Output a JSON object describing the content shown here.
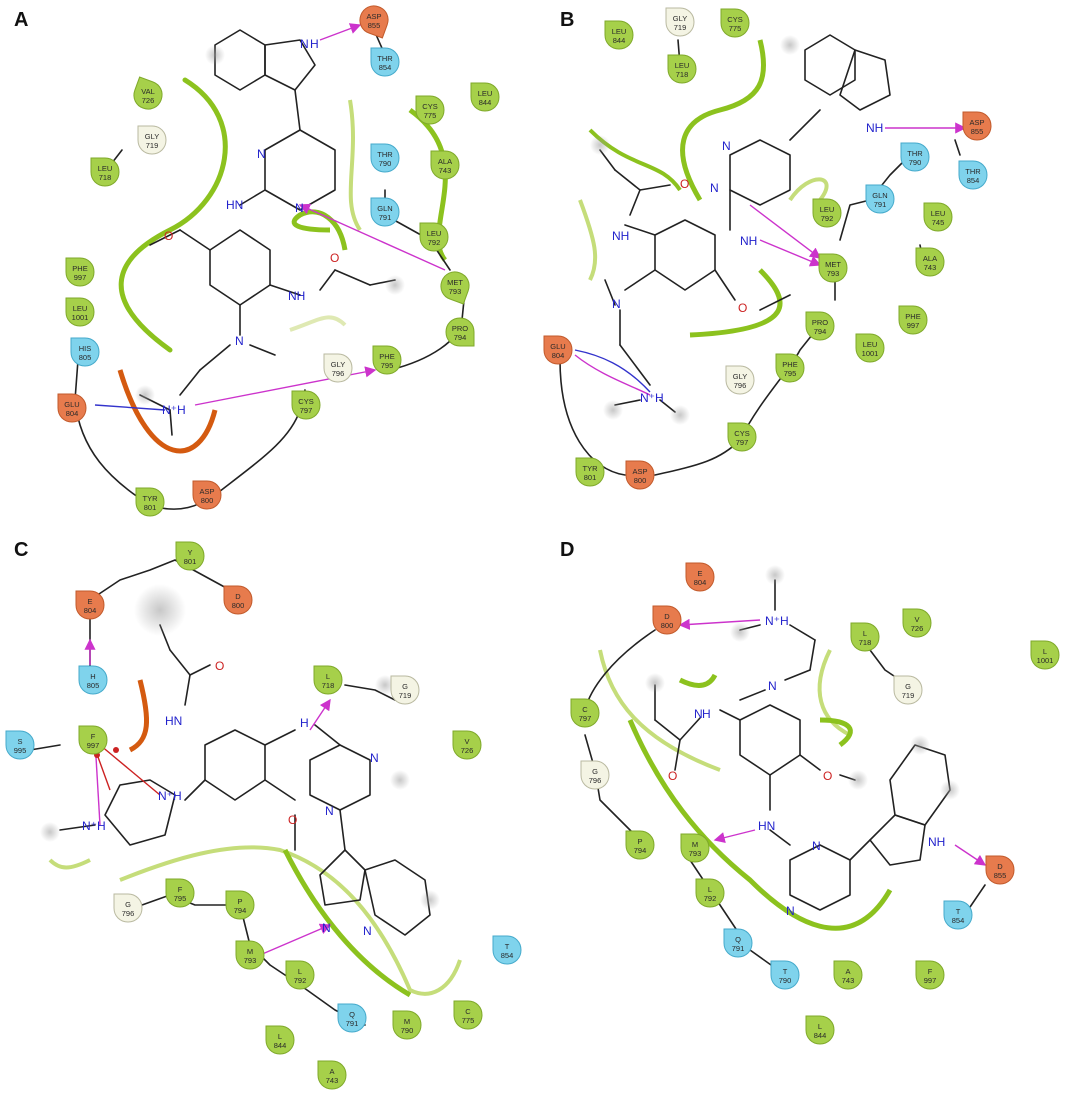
{
  "panels": [
    {
      "label": "A",
      "residues": [
        [
          "ASP",
          "855"
        ],
        [
          "THR",
          "854"
        ],
        [
          "VAL",
          "726"
        ],
        [
          "GLY",
          "719"
        ],
        [
          "LEU",
          "718"
        ],
        [
          "CYS",
          "775"
        ],
        [
          "LEU",
          "844"
        ],
        [
          "THR",
          "790"
        ],
        [
          "ALA",
          "743"
        ],
        [
          "GLN",
          "791"
        ],
        [
          "LEU",
          "792"
        ],
        [
          "MET",
          "793"
        ],
        [
          "PHE",
          "997"
        ],
        [
          "LEU",
          "1001"
        ],
        [
          "HIS",
          "805"
        ],
        [
          "GLU",
          "804"
        ],
        [
          "GLY",
          "796"
        ],
        [
          "PHE",
          "795"
        ],
        [
          "PRO",
          "794"
        ],
        [
          "CYS",
          "797"
        ],
        [
          "TYR",
          "801"
        ],
        [
          "ASP",
          "800"
        ]
      ],
      "atoms": [
        "H",
        "N",
        "N",
        "N",
        "HN",
        "O",
        "N",
        "NH",
        "O",
        "N⁺H"
      ]
    },
    {
      "label": "B",
      "residues": [
        [
          "LEU",
          "844"
        ],
        [
          "GLY",
          "719"
        ],
        [
          "LEU",
          "718"
        ],
        [
          "CYS",
          "775"
        ],
        [
          "ASP",
          "855"
        ],
        [
          "THR",
          "854"
        ],
        [
          "THR",
          "790"
        ],
        [
          "GLN",
          "791"
        ],
        [
          "LEU",
          "792"
        ],
        [
          "LEU",
          "745"
        ],
        [
          "ALA",
          "743"
        ],
        [
          "MET",
          "793"
        ],
        [
          "PRO",
          "794"
        ],
        [
          "PHE",
          "997"
        ],
        [
          "LEU",
          "1001"
        ],
        [
          "PHE",
          "795"
        ],
        [
          "GLY",
          "796"
        ],
        [
          "CYS",
          "797"
        ],
        [
          "GLU",
          "804"
        ],
        [
          "TYR",
          "801"
        ],
        [
          "ASP",
          "800"
        ]
      ],
      "atoms": [
        "NH",
        "N",
        "N",
        "O",
        "NH",
        "NH",
        "N",
        "O",
        "N⁺H"
      ]
    },
    {
      "label": "C",
      "residues": [
        [
          "Y",
          "801"
        ],
        [
          "D",
          "800"
        ],
        [
          "E",
          "804"
        ],
        [
          "H",
          "805"
        ],
        [
          "L",
          "718"
        ],
        [
          "G",
          "719"
        ],
        [
          "F",
          "997"
        ],
        [
          "V",
          "726"
        ],
        [
          "S",
          "995"
        ],
        [
          "G",
          "796"
        ],
        [
          "F",
          "795"
        ],
        [
          "P",
          "794"
        ],
        [
          "T",
          "854"
        ],
        [
          "M",
          "793"
        ],
        [
          "L",
          "792"
        ],
        [
          "Q",
          "791"
        ],
        [
          "M",
          "790"
        ],
        [
          "C",
          "775"
        ],
        [
          "L",
          "844"
        ],
        [
          "A",
          "743"
        ]
      ],
      "atoms": [
        "O",
        "HN",
        "H",
        "N",
        "N",
        "N⁺H",
        "N⁺H",
        "O",
        "N",
        "N"
      ]
    },
    {
      "label": "D",
      "residues": [
        [
          "E",
          "804"
        ],
        [
          "D",
          "800"
        ],
        [
          "V",
          "726"
        ],
        [
          "L",
          "718"
        ],
        [
          "G",
          "719"
        ],
        [
          "L",
          "1001"
        ],
        [
          "C",
          "797"
        ],
        [
          "G",
          "796"
        ],
        [
          "P",
          "794"
        ],
        [
          "M",
          "793"
        ],
        [
          "D",
          "855"
        ],
        [
          "T",
          "854"
        ],
        [
          "L",
          "792"
        ],
        [
          "Q",
          "791"
        ],
        [
          "T",
          "790"
        ],
        [
          "A",
          "743"
        ],
        [
          "F",
          "997"
        ],
        [
          "L",
          "844"
        ]
      ],
      "atoms": [
        "N⁺H",
        "N",
        "H",
        "N",
        "O",
        "O",
        "HN",
        "N",
        "N",
        "NH"
      ]
    }
  ],
  "colors": {
    "hydrophobic": "#a6d04a",
    "polar": "#7fd3ec",
    "negative": "#e77b4d",
    "glycine": "#f4f4e4",
    "hbond": "#cc33cc",
    "pocket_green": "#8cc21e",
    "pocket_orange": "#d45a10"
  }
}
